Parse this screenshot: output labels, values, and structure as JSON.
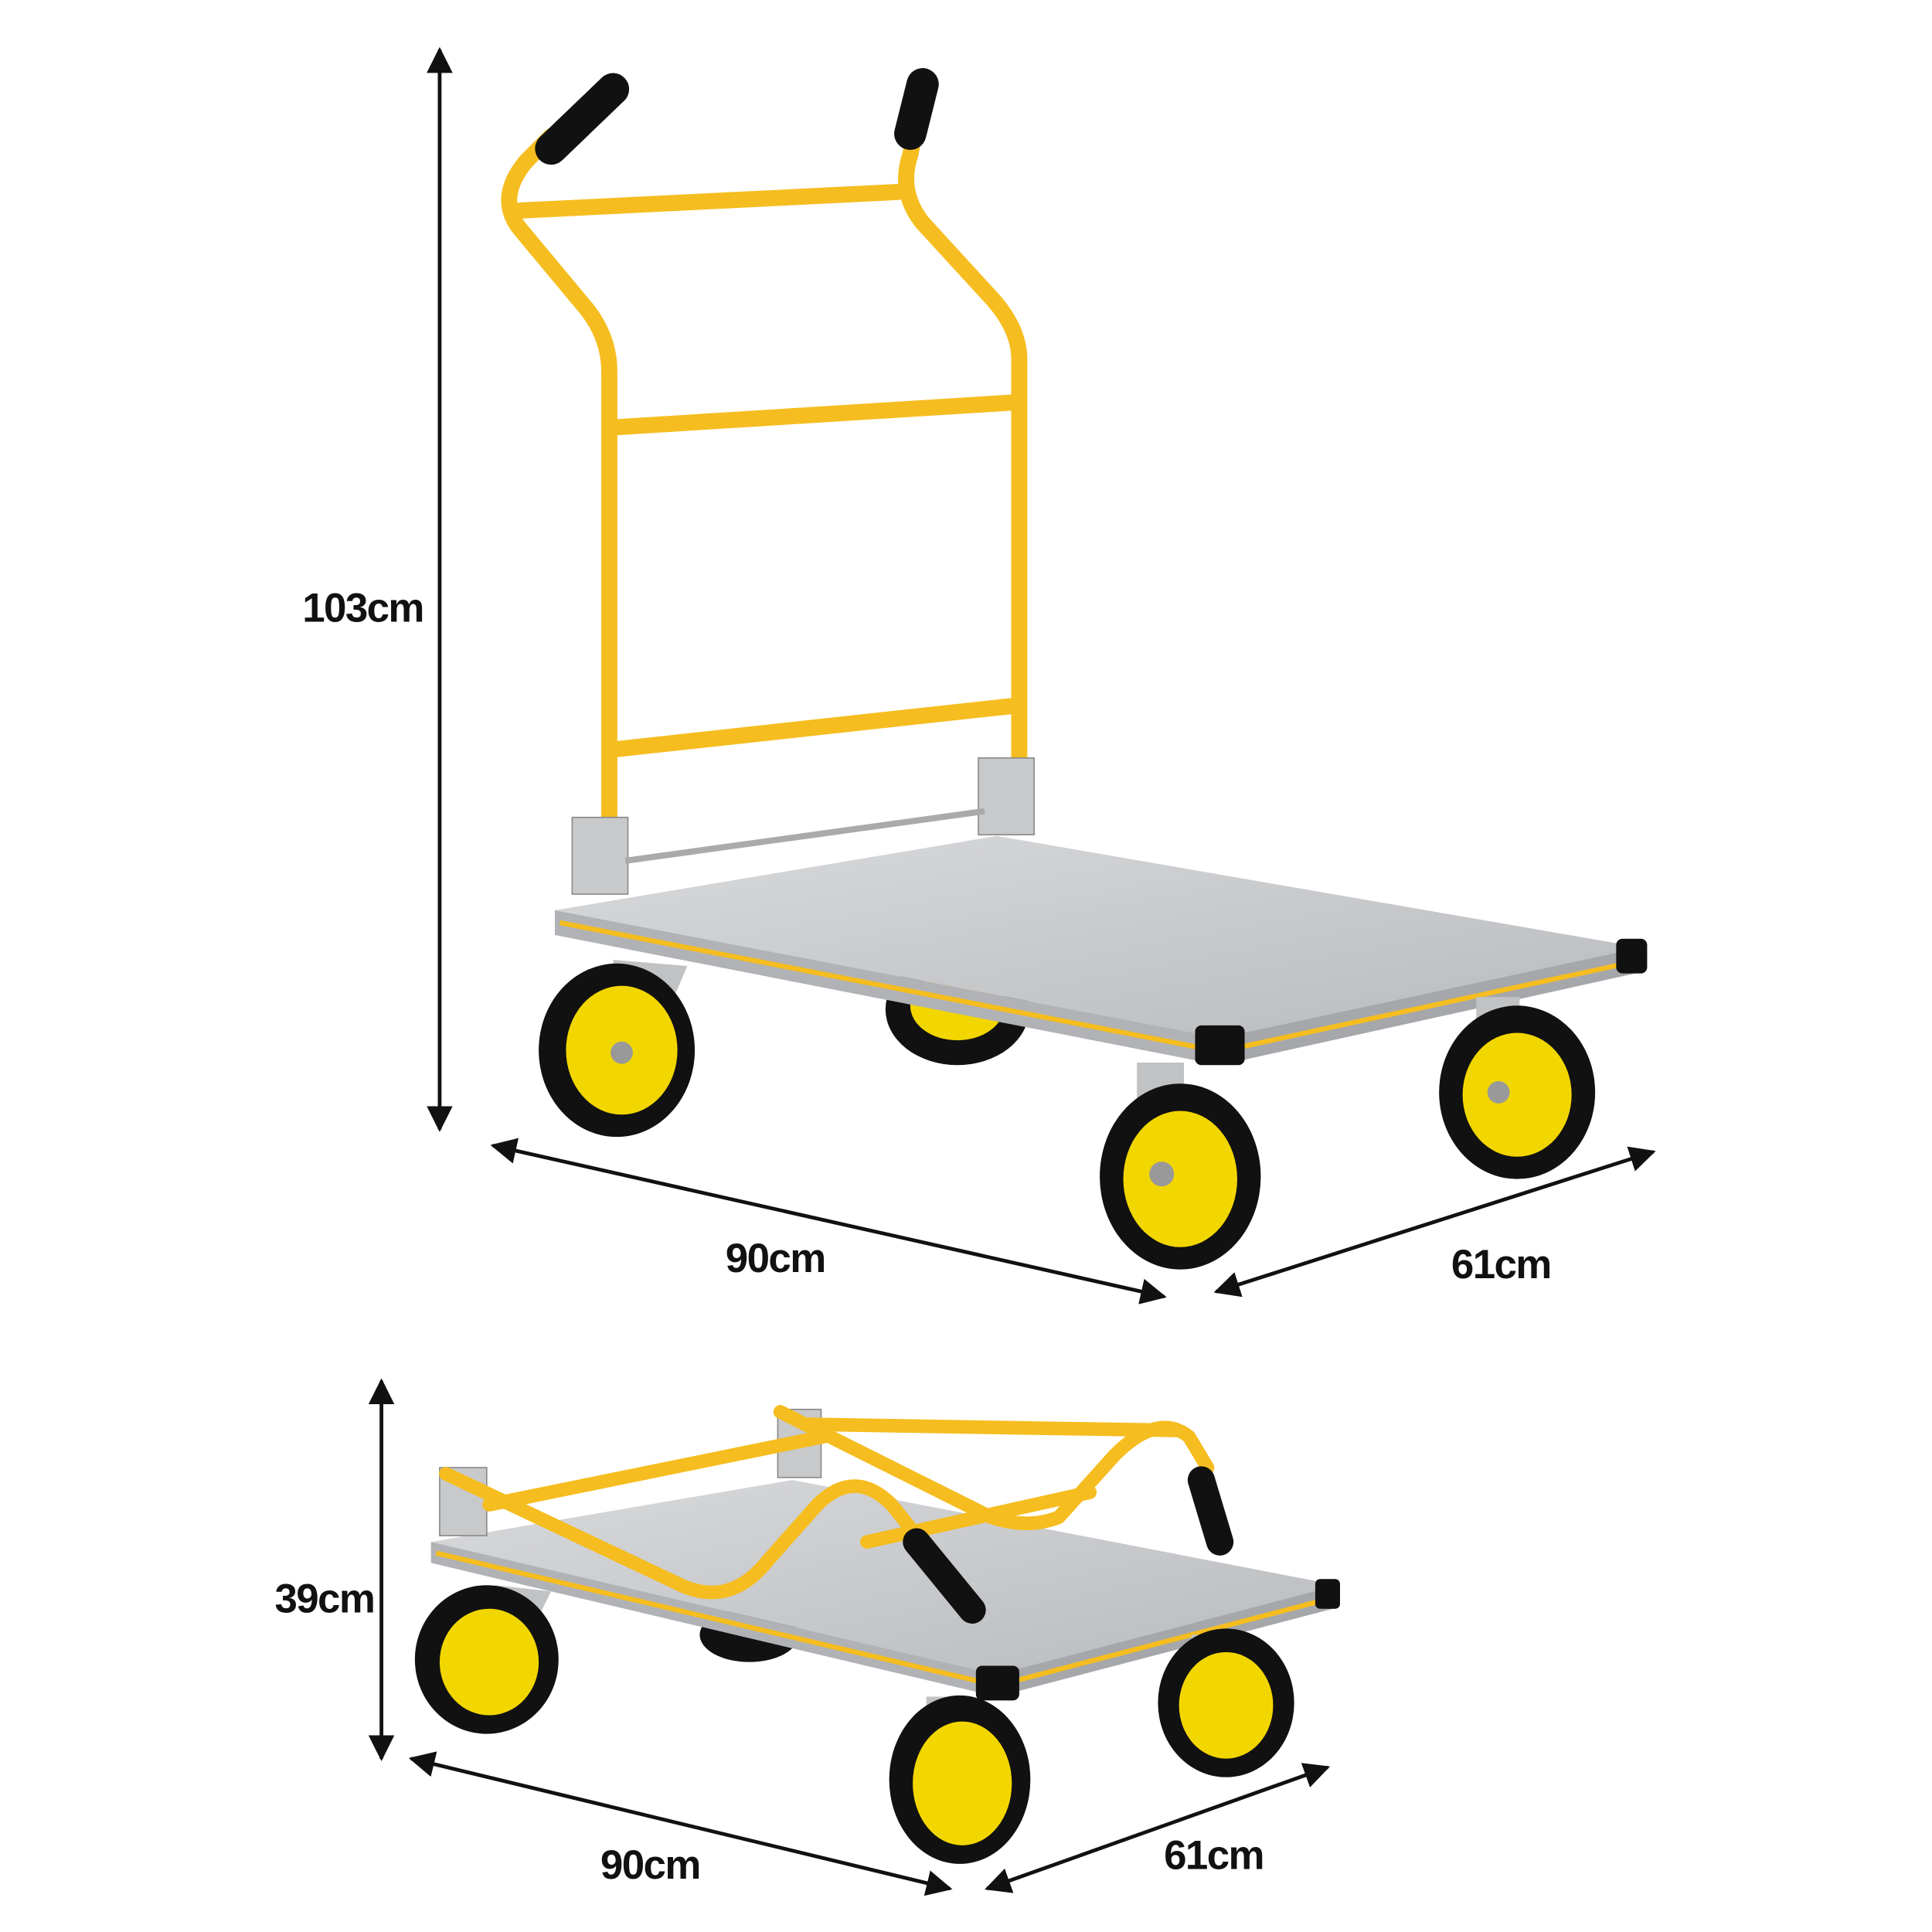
{
  "title": "Platform trolley dimensions",
  "colors": {
    "frame": "#f5bd1f",
    "platform": "#c9cbcd",
    "tyre": "#111111",
    "hub": "#f2d600",
    "arrow": "#111111"
  },
  "unfolded": {
    "height": "103cm",
    "length": "90cm",
    "width": "61cm"
  },
  "folded": {
    "height": "39cm",
    "length": "90cm",
    "width": "61cm"
  }
}
